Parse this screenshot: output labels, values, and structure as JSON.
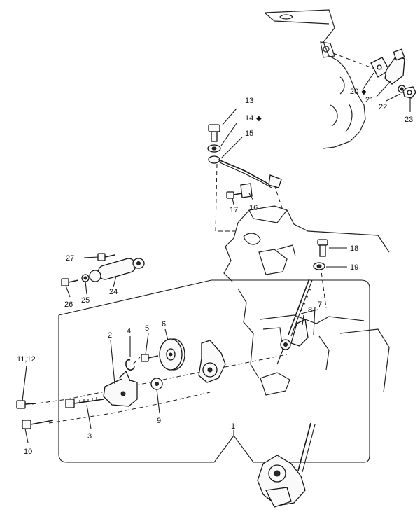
{
  "callouts": {
    "c1": "1",
    "c2": "2",
    "c3": "3",
    "c4": "4",
    "c5": "5",
    "c6": "6",
    "c7": "7",
    "c8": "8",
    "c9": "9",
    "c10": "10",
    "c1112": "11,12",
    "c13": "13",
    "c14": "14",
    "c15": "15",
    "c16": "16",
    "c17": "17",
    "c18": "18",
    "c19": "19",
    "c20": "20",
    "c21": "21",
    "c22": "22",
    "c23": "23",
    "c24": "24",
    "c25": "25",
    "c26": "26",
    "c27": "27"
  },
  "markers": {
    "diamond": "◆"
  }
}
